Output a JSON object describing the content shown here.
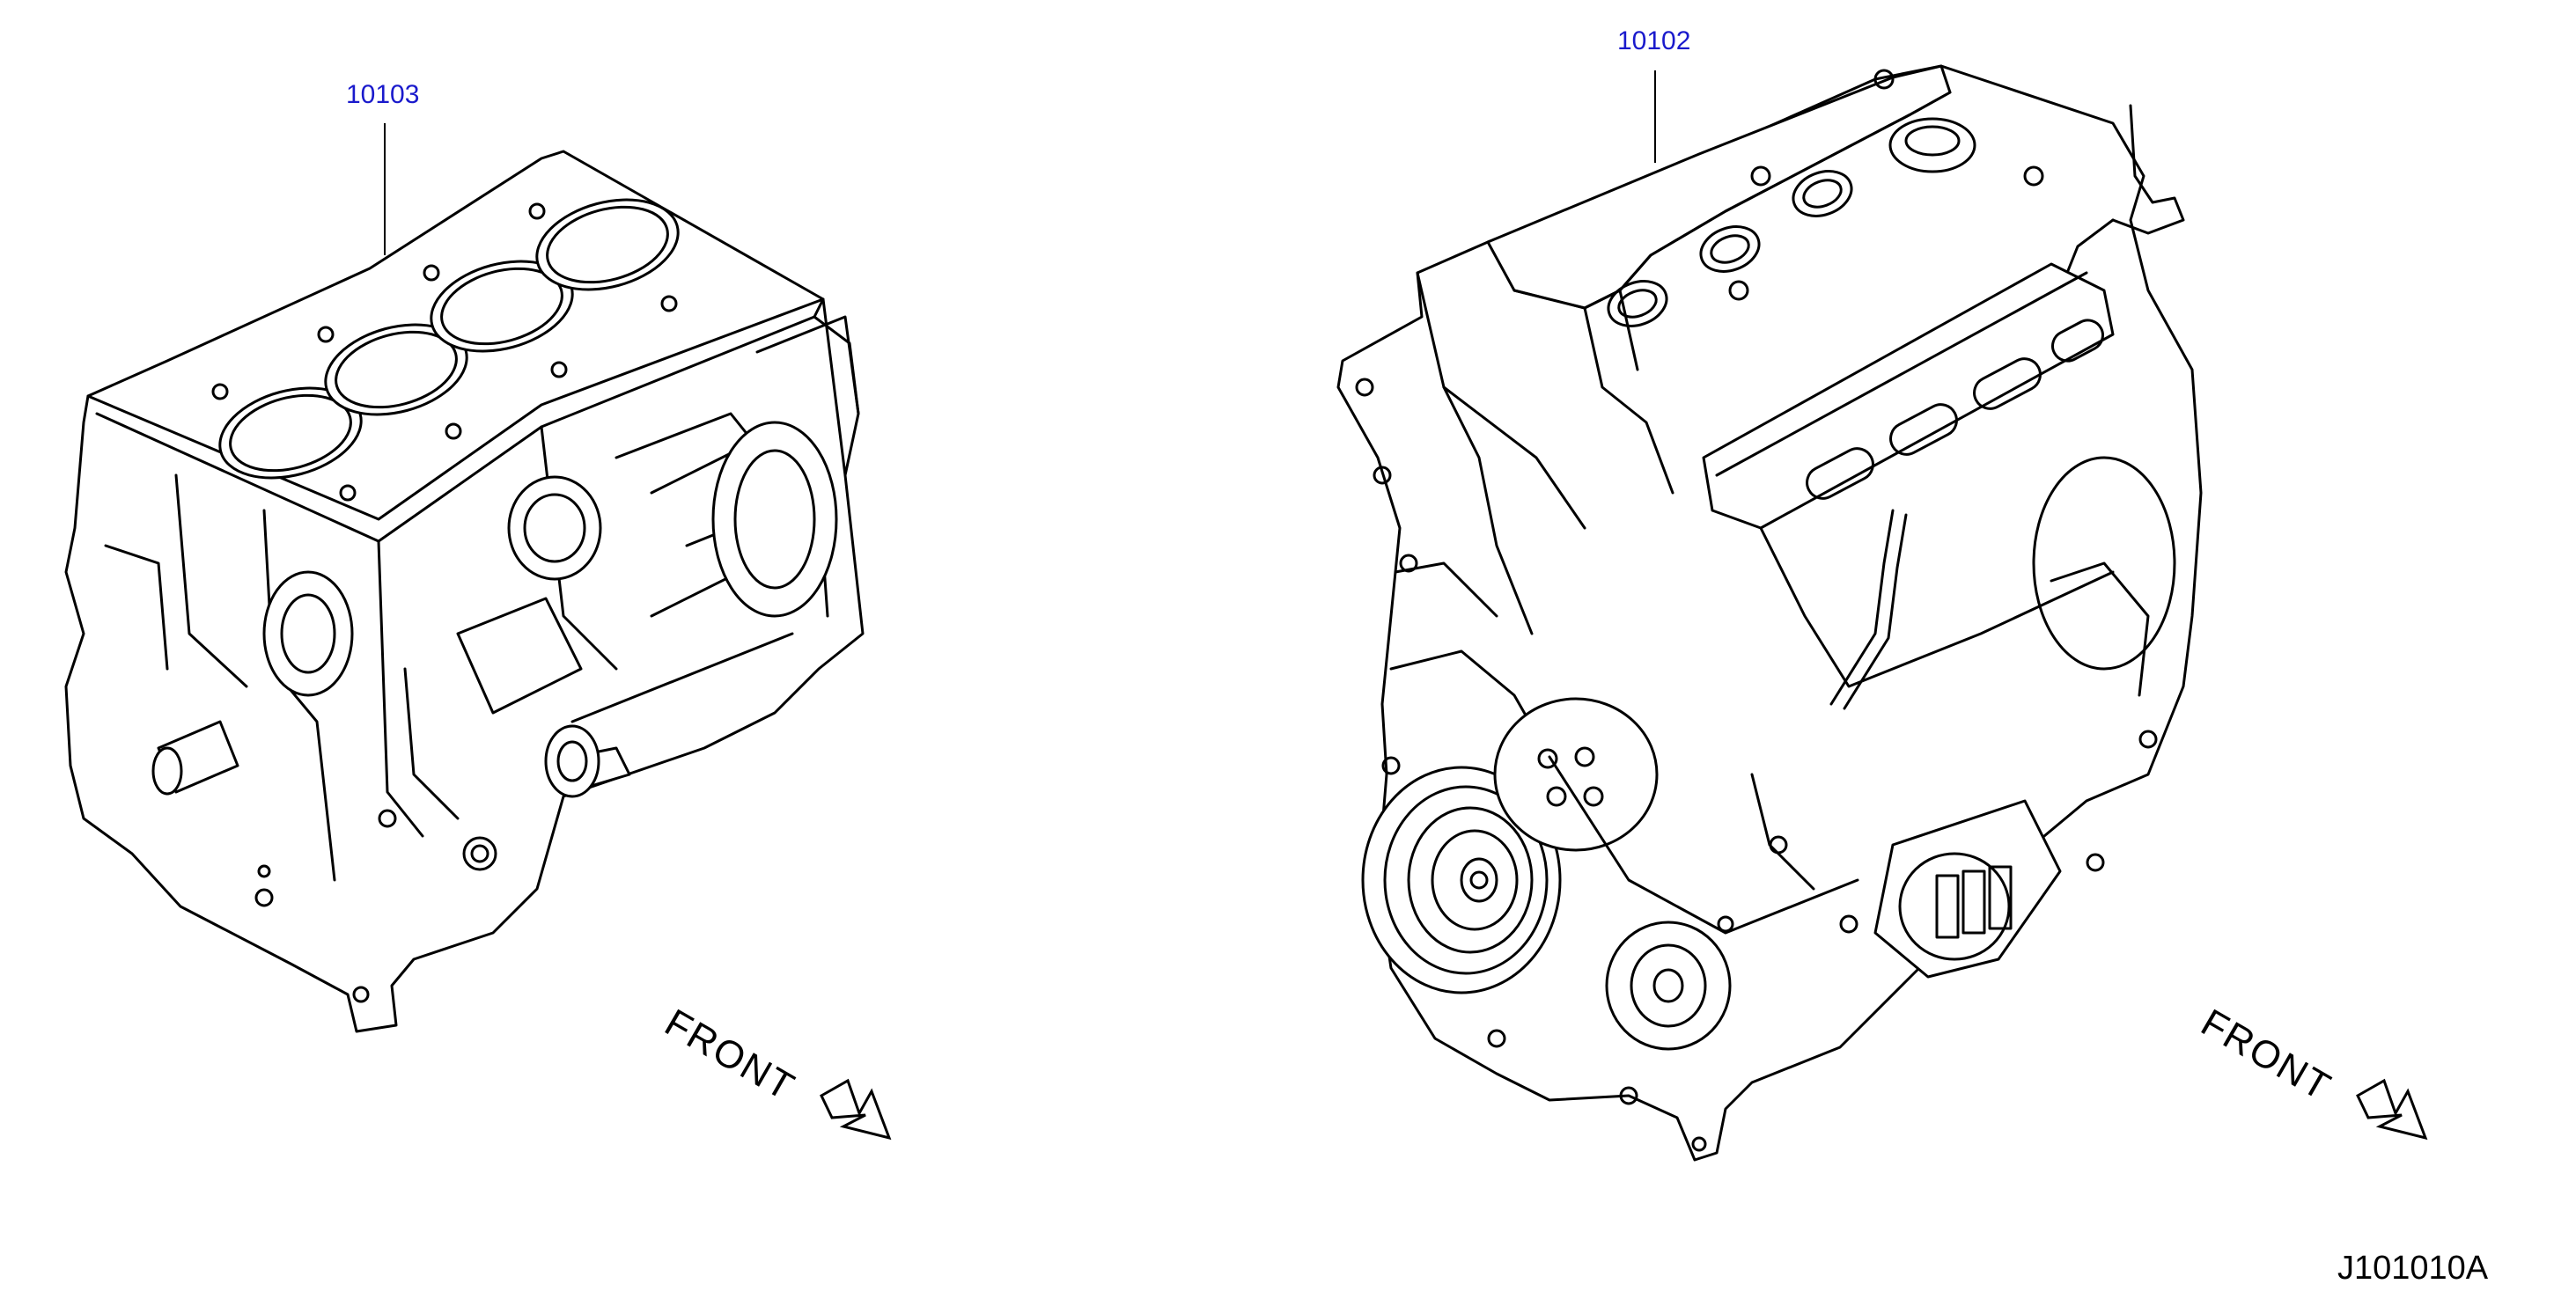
{
  "callouts": [
    {
      "id": "block",
      "part_number": "10103"
    },
    {
      "id": "engine",
      "part_number": "10102"
    }
  ],
  "front_labels": [
    "FRONT",
    "FRONT"
  ],
  "diagram_code": "J101010A",
  "colors": {
    "callout": "#1a1acc",
    "line": "#000000"
  }
}
